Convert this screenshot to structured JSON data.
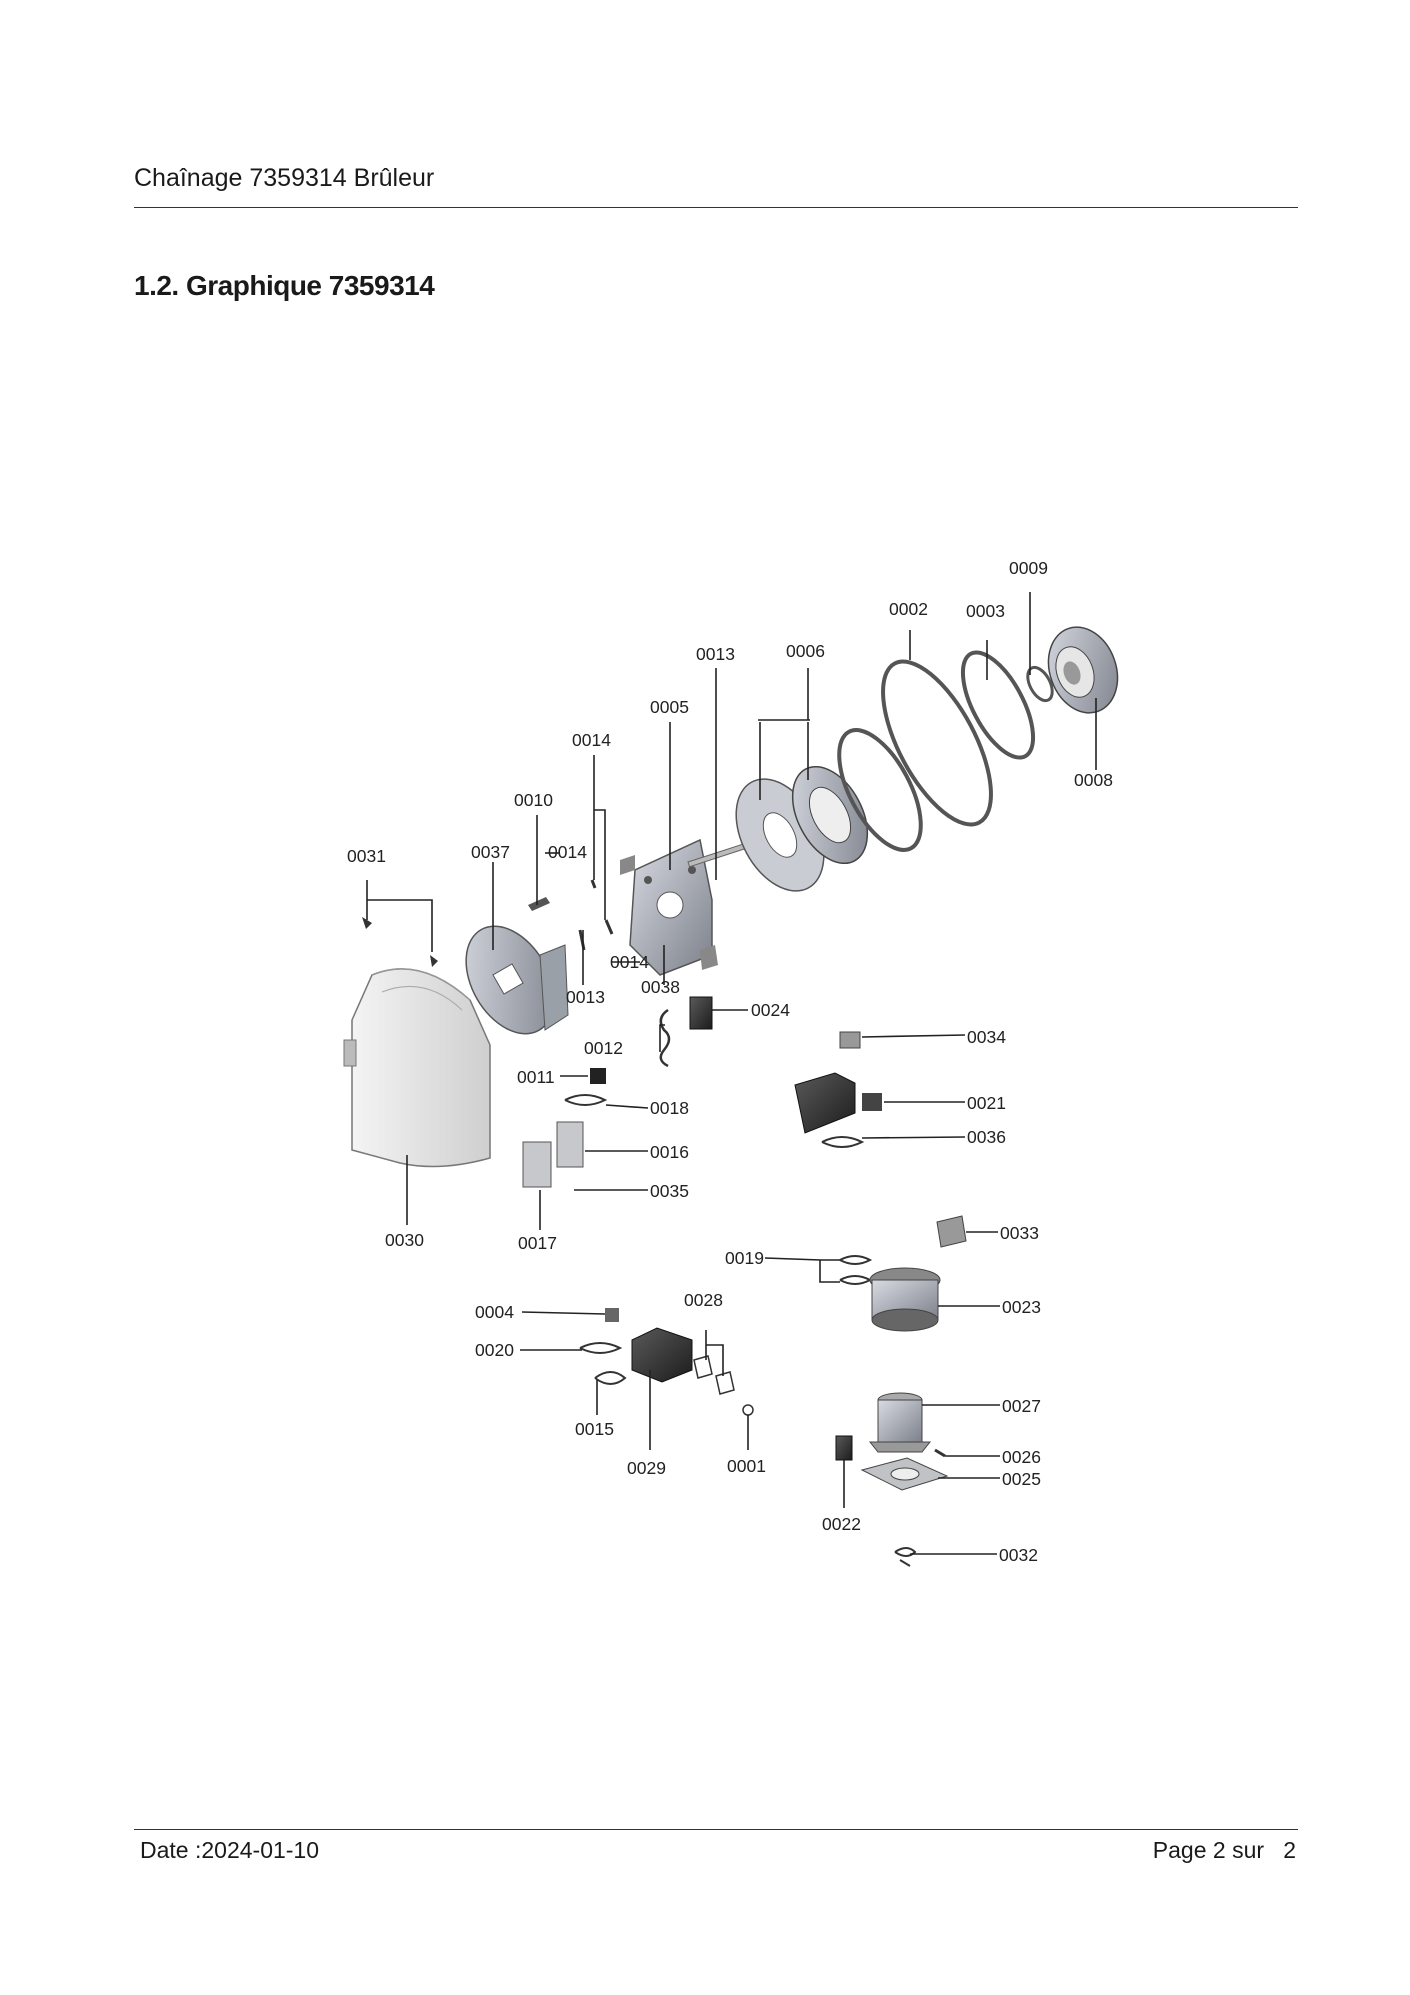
{
  "header": {
    "title": "Chaînage 7359314 Brûleur"
  },
  "section": {
    "heading": "1.2. Graphique 7359314"
  },
  "diagram": {
    "labels": {
      "p0001": "0001",
      "p0002": "0002",
      "p0003": "0003",
      "p0004": "0004",
      "p0005": "0005",
      "p0006": "0006",
      "p0008": "0008",
      "p0009": "0009",
      "p0010": "0010",
      "p0011": "0011",
      "p0012": "0012",
      "p0013a": "0013",
      "p0013b": "0013",
      "p0014a": "0014",
      "p0014b": "0014",
      "p0014c": "0014",
      "p0015": "0015",
      "p0016": "0016",
      "p0017": "0017",
      "p0018": "0018",
      "p0019": "0019",
      "p0020": "0020",
      "p0021": "0021",
      "p0022": "0022",
      "p0023": "0023",
      "p0024": "0024",
      "p0025": "0025",
      "p0026": "0026",
      "p0027": "0027",
      "p0028": "0028",
      "p0029": "0029",
      "p0030": "0030",
      "p0031": "0031",
      "p0032": "0032",
      "p0033": "0033",
      "p0034": "0034",
      "p0035": "0035",
      "p0036": "0036",
      "p0037": "0037",
      "p0038": "0038"
    }
  },
  "footer": {
    "date": "Date :2024-01-10",
    "page": "Page 2 sur   2"
  }
}
